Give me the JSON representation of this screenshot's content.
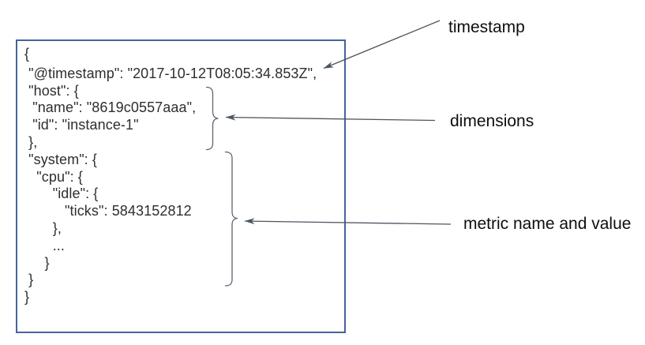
{
  "code_block": {
    "lines": [
      "{",
      " \"@timestamp\": \"2017-10-12T08:05:34.853Z\",",
      " \"host\": {",
      "  \"name\": \"8619c0557aaa\",",
      "  \"id\": \"instance-1\"",
      " },",
      " \"system\": {",
      "   \"cpu\": {",
      "       \"idle\": {",
      "          \"ticks\": 5843152812",
      "       },",
      "       ...",
      "     }",
      " }",
      "}"
    ]
  },
  "annotations": {
    "timestamp_label": "timestamp",
    "dimensions_label": "dimensions",
    "metric_label": "metric name and value"
  },
  "colors": {
    "background": "#ffffff",
    "box_border": "#46639e",
    "code_text": "#2e2e2e",
    "label_text": "#0d0e10",
    "arrow": "#4c5560",
    "brace": "#5c6472"
  }
}
